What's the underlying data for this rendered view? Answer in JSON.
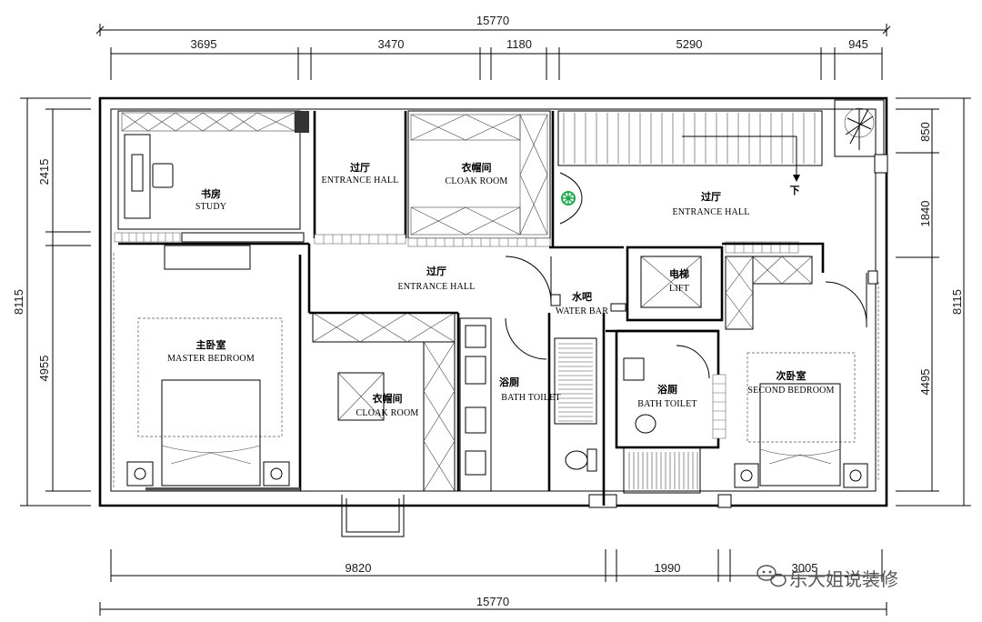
{
  "dimensions": {
    "top_total": "15770",
    "top_segments": [
      "3695",
      "3470",
      "1180",
      "5290",
      "945"
    ],
    "bottom_segments": [
      "9820",
      "1990",
      "3005"
    ],
    "bottom_total": "15770",
    "left_total": "8115",
    "left_segments": [
      "2415",
      "4955"
    ],
    "right_total": "8115",
    "right_segments": [
      "850",
      "1840",
      "4495"
    ]
  },
  "rooms": {
    "study": {
      "zh": "书房",
      "en": "STUDY"
    },
    "entrance_hall_1": {
      "zh": "过厅",
      "en": "ENTRANCE HALL"
    },
    "cloak_room_1": {
      "zh": "衣帽间",
      "en": "CLOAK ROOM"
    },
    "entrance_hall_2": {
      "zh": "过厅",
      "en": "ENTRANCE HALL"
    },
    "entrance_hall_3": {
      "zh": "过厅",
      "en": "ENTRANCE HALL"
    },
    "lift": {
      "zh": "电梯",
      "en": "LIFT"
    },
    "water_bar": {
      "zh": "水吧",
      "en": "WATER BAR"
    },
    "master_bedroom": {
      "zh": "主卧室",
      "en": "MASTER BEDROOM"
    },
    "cloak_room_2": {
      "zh": "衣帽间",
      "en": "CLOAK ROOM"
    },
    "bath_toilet_1": {
      "zh": "浴厕",
      "en": "BATH TOILET"
    },
    "bath_toilet_2": {
      "zh": "浴厕",
      "en": "BATH TOILET"
    },
    "second_bedroom": {
      "zh": "次卧室",
      "en": "SECOND BEDROOM"
    }
  },
  "stair_direction_label": "下",
  "watermark": "乐大姐说装修",
  "icons": {
    "stair": "stair-icon",
    "plant": "plant-icon",
    "tree": "tree-icon",
    "bed": "bed-icon",
    "toilet": "toilet-icon",
    "sink": "sink-icon",
    "wechat": "wechat-icon"
  }
}
